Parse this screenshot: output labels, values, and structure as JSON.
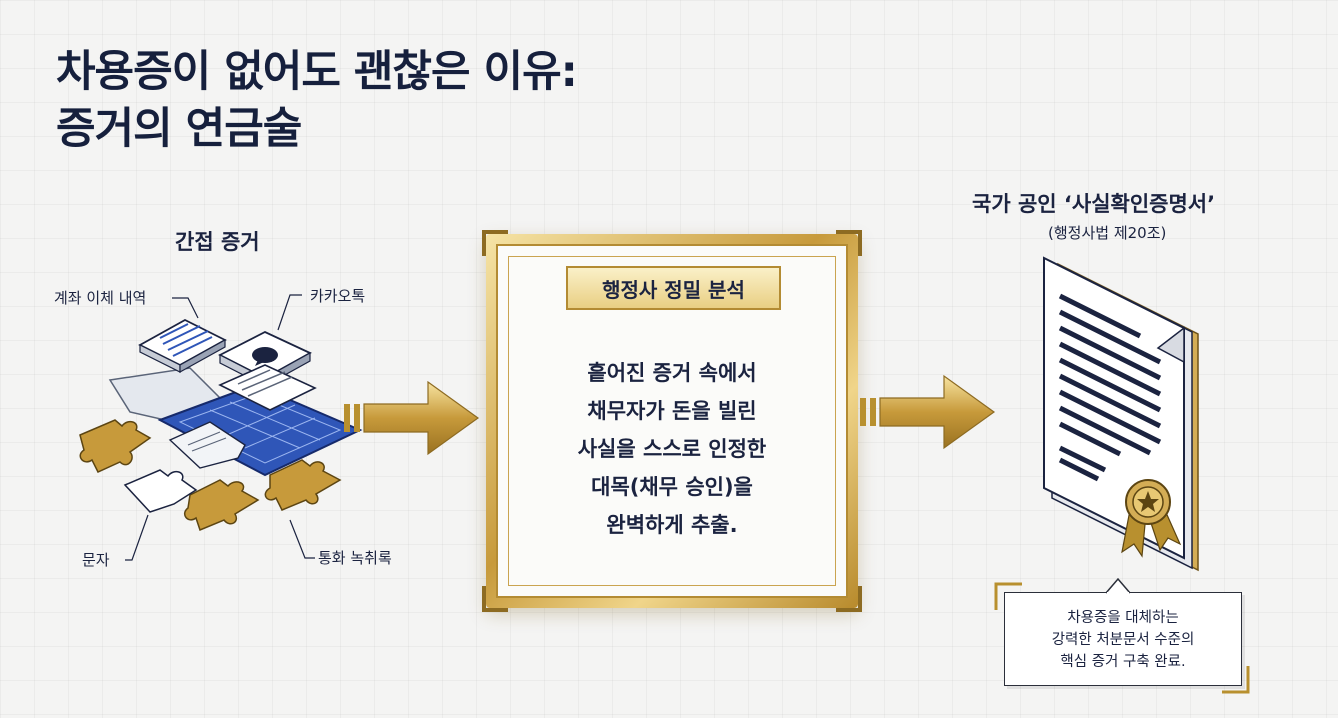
{
  "title": {
    "line1": "차용증이 없어도 괜찮은 이유:",
    "line2": "증거의 연금술"
  },
  "left": {
    "heading": "간접 증거",
    "labels": {
      "bank_transfer": "계좌 이체 내역",
      "kakaotalk": "카카오톡",
      "text_message": "문자",
      "call_recording": "통화 녹취록"
    }
  },
  "center": {
    "tab": "행정사 정밀 분석",
    "lines": [
      "흩어진 증거 속에서",
      "채무자가 돈을 빌린",
      "사실을 스스로 인정한",
      "대목(채무 승인)을",
      "완벽하게 추출."
    ]
  },
  "right": {
    "heading": "국가 공인 ‘사실확인증명서’",
    "subheading": "(행정사법 제20조)",
    "callout_lines": [
      "차용증을 대체하는",
      "강력한 처분문서 수준의",
      "핵심 증거 구축 완료."
    ]
  },
  "colors": {
    "navy": "#16203d",
    "gold": "#c79a3b",
    "blueprint": "#2f56b8"
  }
}
